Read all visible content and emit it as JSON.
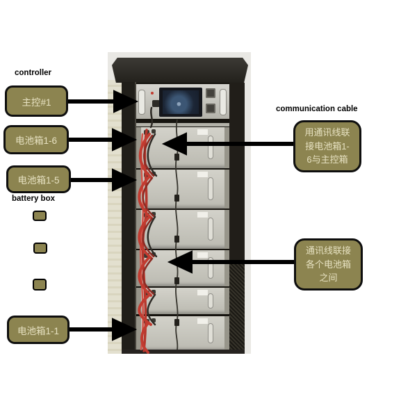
{
  "texts": {
    "controller": "controller",
    "master_box": "主控#1",
    "battery_box_1_6": "电池箱1-6",
    "battery_box_1_5": "电池箱1-5",
    "battery_box_label": "battery box",
    "battery_box_1_1": "电池箱1-1",
    "communication_cable": "communication cable",
    "comm_callout_top": "用通讯线联\n接电池箱1-\n6与主控箱",
    "comm_callout_mid": "通讯线联接\n各个电池箱\n之间"
  },
  "colors": {
    "callout_fill": "#8c8450",
    "callout_border": "#0e0e0e",
    "callout_text": "#e7e2c2",
    "label_text": "#000000",
    "arrow": "#000000",
    "cable_red": "#c23b30"
  }
}
